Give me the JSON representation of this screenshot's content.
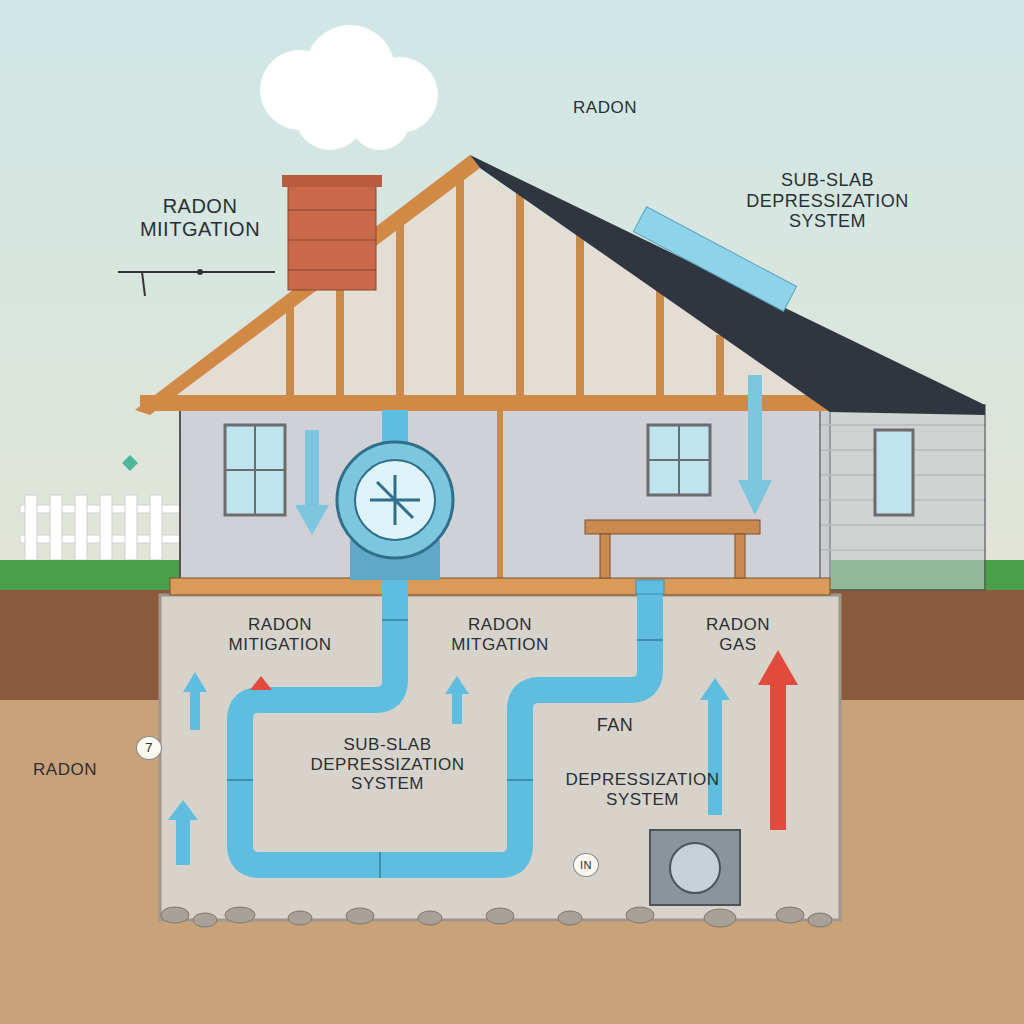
{
  "diagram": {
    "labels": [
      "RADON",
      "RADON MIITGATION",
      "SUB-SLAB DEPRESSIZATION SYSTEM",
      "RADON MITIGATION",
      "RADON MITGATION",
      "RADON GAS",
      "FAN",
      "SUB-SLAB DEPRESSIZATION SYSTEM",
      "DEPRESSIZATION SYSTEM",
      "RADON",
      "7",
      "IN"
    ]
  }
}
